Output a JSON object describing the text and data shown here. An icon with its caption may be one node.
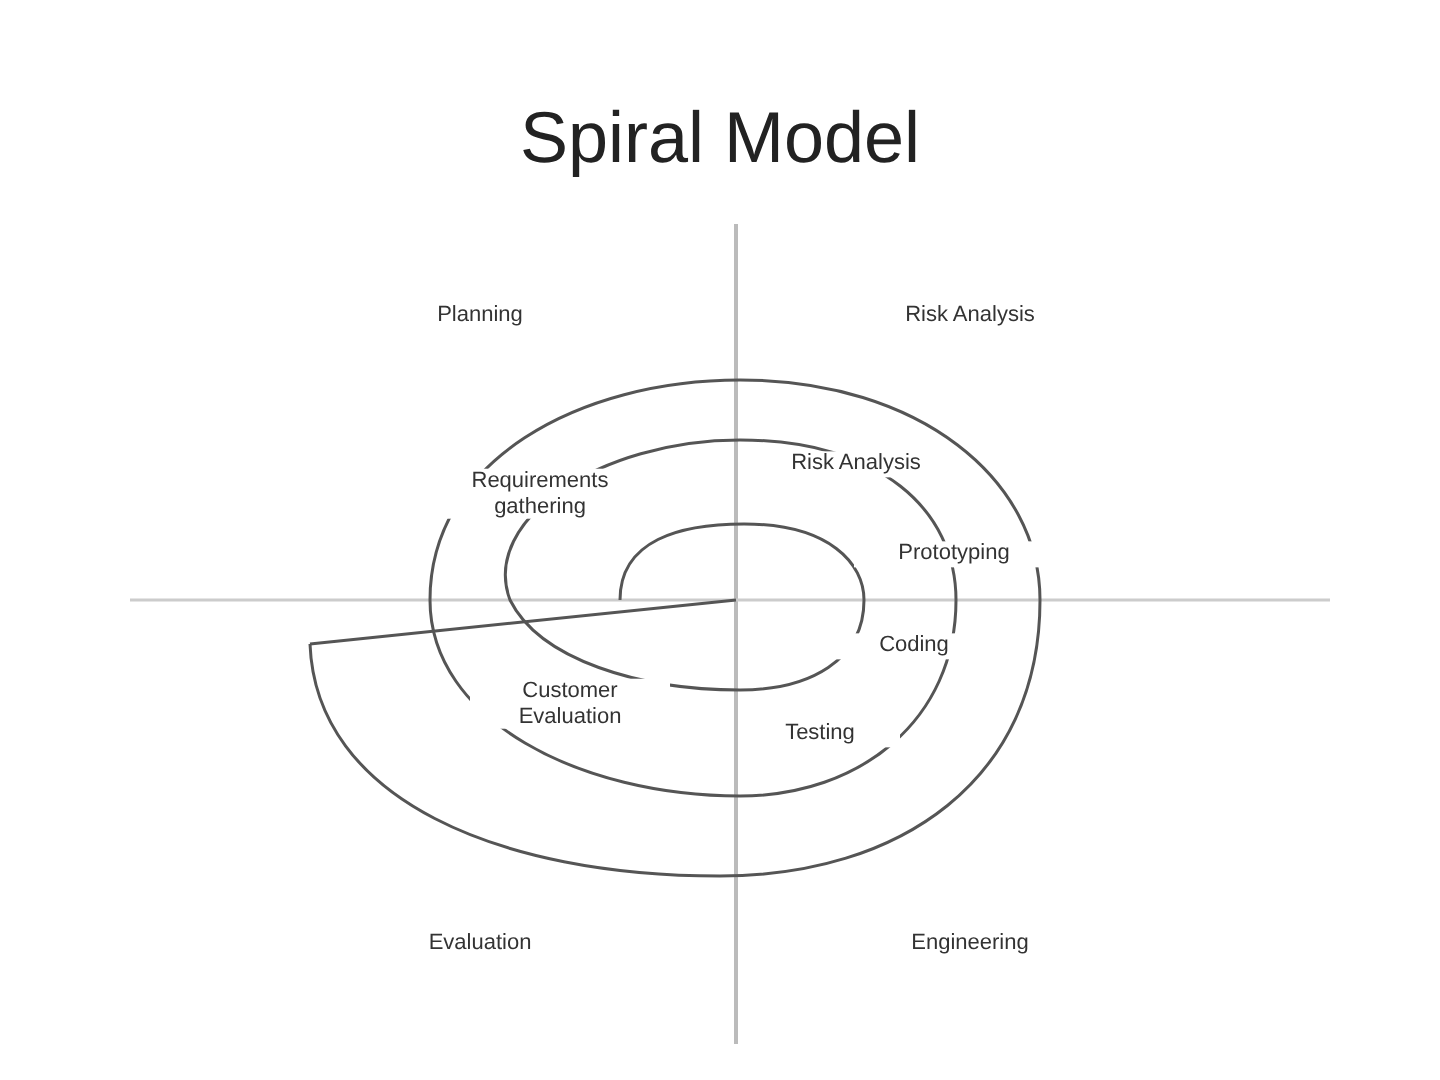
{
  "diagram": {
    "title": "Spiral Model",
    "labels": [
      "Planning",
      "Risk Analysis",
      "Requirements gathering",
      "Risk Analysis",
      "Prototyping",
      "Coding",
      "Customer Evaluation",
      "Testing",
      "Evaluation",
      "Engineering"
    ]
  }
}
